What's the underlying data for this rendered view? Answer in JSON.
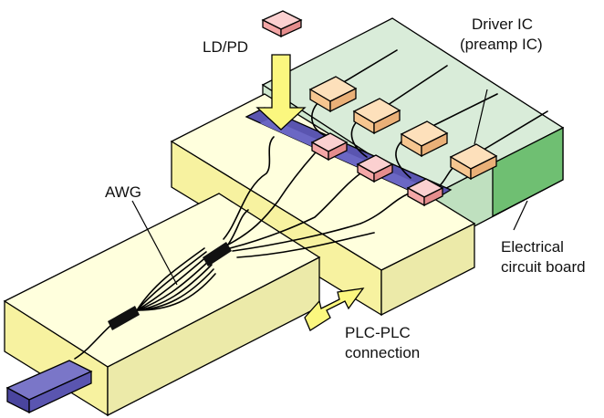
{
  "labels": {
    "ldpd": "LD/PD",
    "driver_line1": "Driver IC",
    "driver_line2": "(preamp IC)",
    "awg": "AWG",
    "board_line1": "Electrical",
    "board_line2": "circuit board",
    "plc_line1": "PLC-PLC",
    "plc_line2": "connection"
  },
  "colors": {
    "board_top": "#d9ecd9",
    "board_front": "#bfe0bf",
    "board_side": "#6fbf72",
    "plc_top": "#ffffdd",
    "plc_front": "#f7f2a0",
    "plc_side": "#eceaa9",
    "chip_strip": "#5a55b0",
    "driver_ic": "#f6c690",
    "ldpd_chip": "#f4a7a7",
    "arrow": "#fbf77f",
    "fiber": "#5a55b0"
  }
}
